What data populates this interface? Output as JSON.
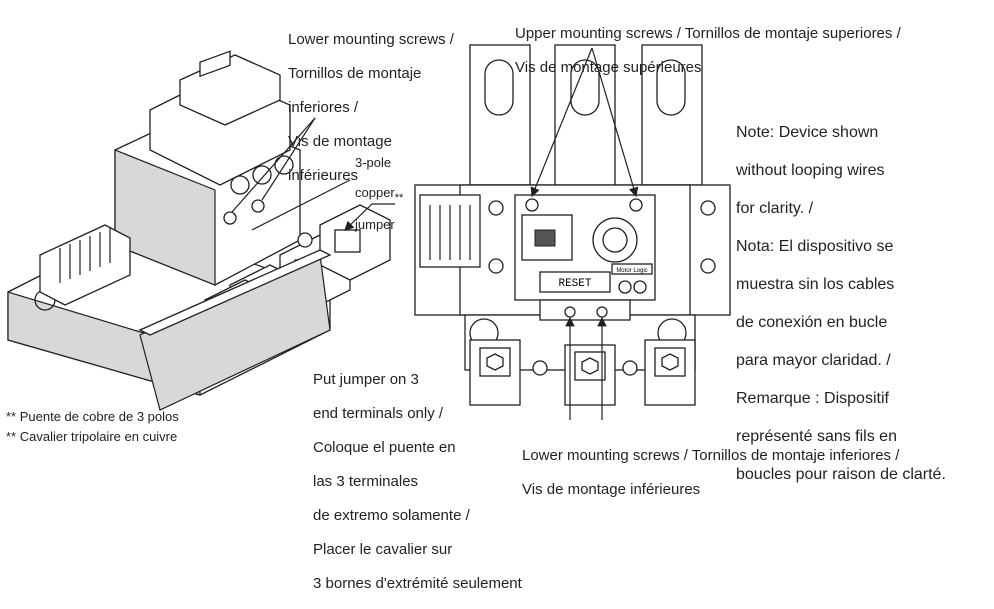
{
  "labels": {
    "lower_screws_left": [
      "Lower mounting screws  /",
      "Tornillos de montaje",
      "inferiores /",
      "Vis de montage",
      "inférieures"
    ],
    "upper_screws": [
      "Upper mounting screws / Tornillos de montaje superiores /",
      "Vis de montage supérieures"
    ],
    "copper_jumper": [
      "3-pole",
      "copper",
      "jumper"
    ],
    "copper_jumper_mark": "**",
    "note": [
      "Note: Device shown",
      "without looping wires",
      "for clarity. /",
      "Nota: El dispositivo se",
      "muestra sin los cables",
      "de conexión en bucle",
      "para mayor claridad. /",
      "Remarque : Dispositif",
      "représenté sans fils en",
      "boucles pour raison de clarté."
    ],
    "jumper_instruction": [
      "Put jumper on 3",
      "end terminals only /",
      "Coloque el puente en",
      "las 3 terminales",
      "de extremo solamente /",
      "Placer le cavalier sur",
      "3 bornes d'extrémité seulement"
    ],
    "lower_screws_bottom": [
      "Lower mounting screws / Tornillos de montaje inferiores /",
      "Vis de montage inférieures"
    ],
    "footnote_es": "** Puente de cobre de 3 polos",
    "footnote_fr": "** Cavalier tripolaire en cuivre"
  },
  "device": {
    "reset_label": "RESET",
    "brand_label": "Motor Logic"
  }
}
